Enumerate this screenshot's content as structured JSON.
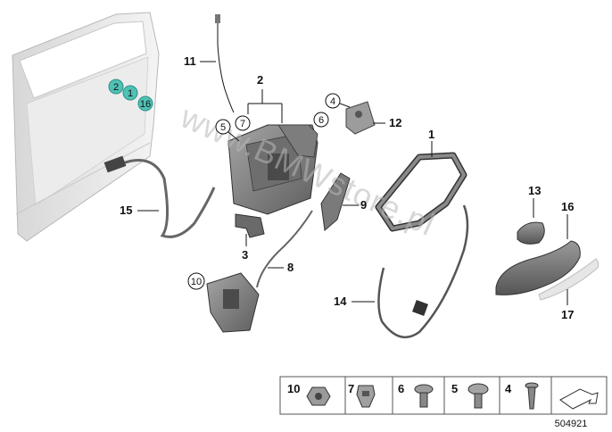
{
  "watermark": "www.BMWstore.pl",
  "reference_number": "504921",
  "door_callouts": [
    "2",
    "1",
    "16"
  ],
  "callouts": {
    "c1": "1",
    "c2": "2",
    "c3": "3",
    "c4": "4",
    "c5": "5",
    "c6": "6",
    "c7": "7",
    "c8": "8",
    "c9": "9",
    "c10": "10",
    "c11": "11",
    "c12": "12",
    "c13": "13",
    "c14": "14",
    "c15": "15",
    "c16": "16",
    "c17": "17"
  },
  "legend": [
    "10",
    "7",
    "6",
    "5",
    "4"
  ],
  "colors": {
    "door_callout_fill": "#4fc1b5",
    "line_art": "#555555",
    "part_grey": "#8a8a8a"
  }
}
